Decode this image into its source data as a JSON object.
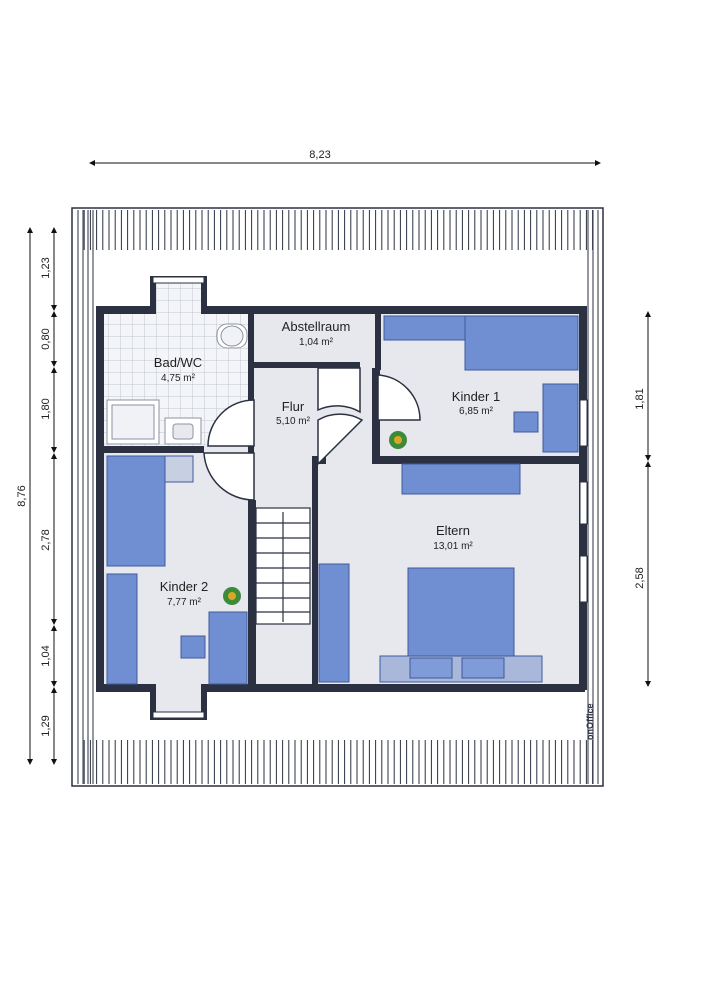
{
  "dimensions": {
    "top_width": "8,23",
    "left_total": "8,76",
    "left_segments": [
      "1,23",
      "0,80",
      "1,80",
      "2,78",
      "1,04",
      "1,29"
    ],
    "right_segments": [
      "1,81",
      "2,58"
    ]
  },
  "rooms": [
    {
      "name": "Bad/WC",
      "area": "4,75 m²"
    },
    {
      "name": "Abstellraum",
      "area": "1,04 m²"
    },
    {
      "name": "Kinder 1",
      "area": "6,85 m²"
    },
    {
      "name": "Flur",
      "area": "5,10 m²"
    },
    {
      "name": "Eltern",
      "area": "13,01 m²"
    },
    {
      "name": "Kinder 2",
      "area": "7,77 m²"
    }
  ],
  "logo": "onOffice",
  "colors": {
    "wall": "#2b3140",
    "floor": "#e6e8ee",
    "furniture": "#6f8fd2",
    "furniture_edge": "#3f5a9c",
    "tile": "#f4f5f8"
  }
}
